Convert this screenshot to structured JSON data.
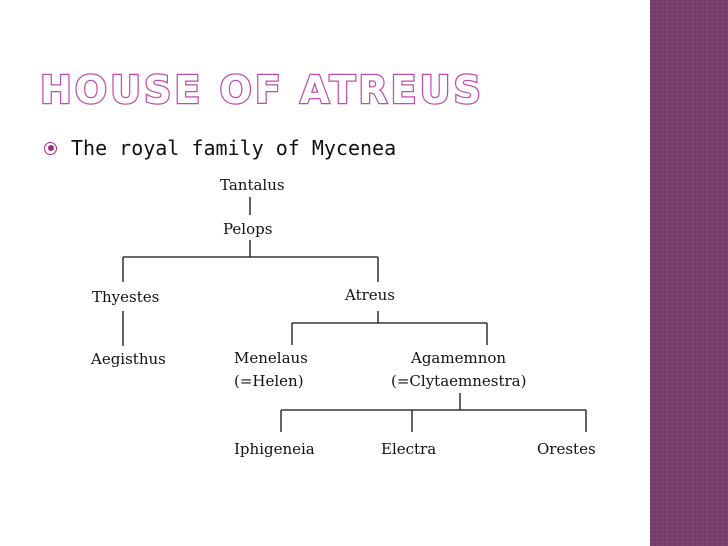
{
  "slide": {
    "title": "House of Atreus",
    "bullet": "The royal family of Mycenea"
  },
  "tree": {
    "tantalus": "Tantalus",
    "pelops": "Pelops",
    "thyestes": "Thyestes",
    "atreus": "Atreus",
    "aegisthus": "Aegisthus",
    "menelaus": "Menelaus",
    "menelaus_spouse": "(=Helen)",
    "agamemnon": "Agamemnon",
    "agamemnon_spouse": "(=Clytaemnestra)",
    "iphigeneia": "Iphigeneia",
    "electra": "Electra",
    "orestes": "Orestes"
  },
  "colors": {
    "accent": "#9b2f88",
    "title_outline": "#c04dae",
    "side_panel": "#7a3f72"
  },
  "icons": {
    "bullet": "circle-bullet-icon"
  }
}
